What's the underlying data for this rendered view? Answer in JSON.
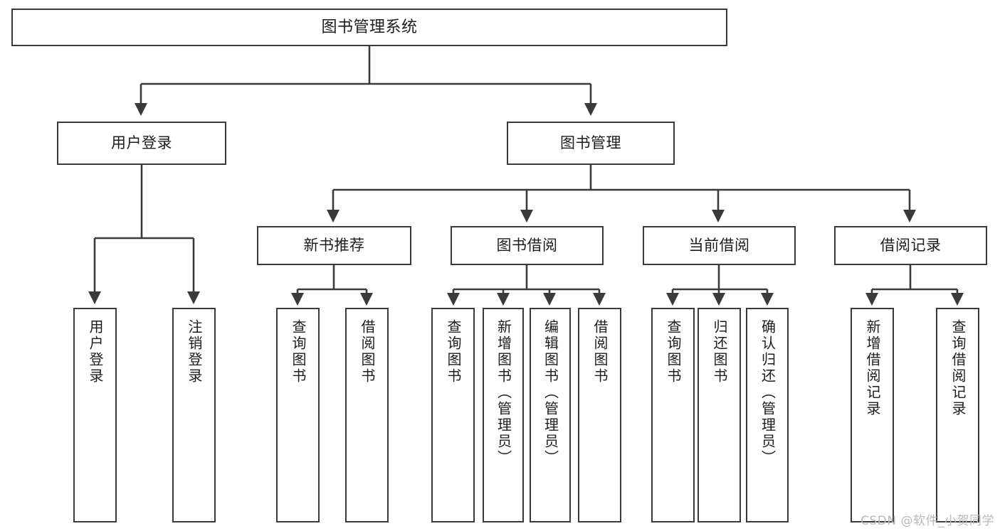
{
  "diagram": {
    "title": "图书管理系统",
    "watermark": "CSDN @软件_小贺同学",
    "stroke_color": "#3a3a3a",
    "text_color": "#1d1d1d",
    "background_color": "#ffffff",
    "watermark_color": "#b9b9b9"
  },
  "nodes": {
    "root": {
      "label": "图书管理系统"
    },
    "level2": [
      {
        "label": "用户登录"
      },
      {
        "label": "图书管理"
      }
    ],
    "level3": [
      {
        "label": "新书推荐"
      },
      {
        "label": "图书借阅"
      },
      {
        "label": "当前借阅"
      },
      {
        "label": "借阅记录"
      }
    ],
    "leaves": {
      "user_login": [
        {
          "label": "用户登录"
        },
        {
          "label": "注销登录"
        }
      ],
      "new_book_recommend": [
        {
          "label": "查询图书"
        },
        {
          "label": "借阅图书"
        }
      ],
      "book_borrow": [
        {
          "label": "查询图书"
        },
        {
          "label": "新增图书（管理员）"
        },
        {
          "label": "编辑图书（管理员）"
        },
        {
          "label": "借阅图书"
        }
      ],
      "current_borrow": [
        {
          "label": "查询图书"
        },
        {
          "label": "归还图书"
        },
        {
          "label": "确认归还（管理员）"
        }
      ],
      "borrow_record": [
        {
          "label": "新增借阅记录"
        },
        {
          "label": "查询借阅记录"
        }
      ]
    }
  }
}
